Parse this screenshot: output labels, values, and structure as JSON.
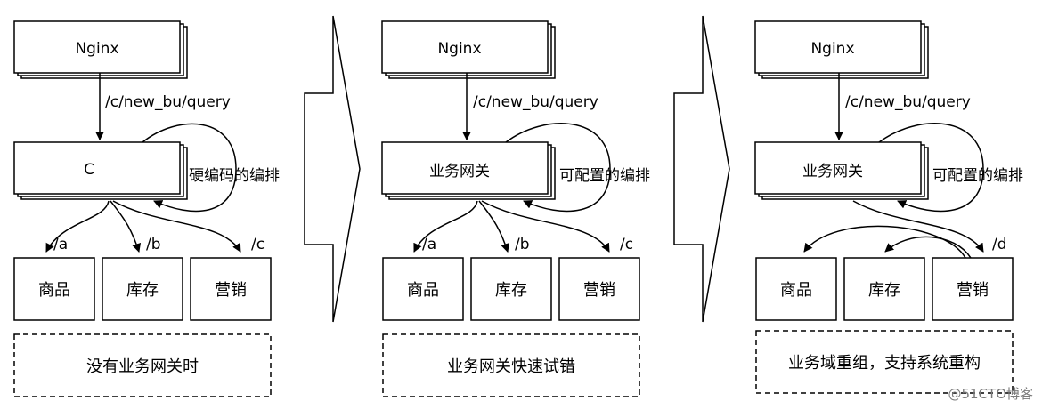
{
  "panels": [
    {
      "top": "Nginx",
      "path_label": "/c/new_bu/query",
      "middle": "C",
      "orchestration": "硬编码的编排",
      "route_labels": [
        "/a",
        "/b",
        "/c"
      ],
      "services": [
        "商品",
        "库存",
        "营销"
      ],
      "caption": "没有业务网关时"
    },
    {
      "top": "Nginx",
      "path_label": "/c/new_bu/query",
      "middle": "业务网关",
      "orchestration": "可配置的编排",
      "route_labels": [
        "/a",
        "/b",
        "/c"
      ],
      "services": [
        "商品",
        "库存",
        "营销"
      ],
      "caption": "业务网关快速试错"
    },
    {
      "top": "Nginx",
      "path_label": "/c/new_bu/query",
      "middle": "业务网关",
      "orchestration": "可配置的编排",
      "route_labels": [
        "/d"
      ],
      "services": [
        "商品",
        "库存",
        "营销"
      ],
      "caption": "业务域重组，支持系统重构"
    }
  ],
  "watermark": "@51CTO博客"
}
